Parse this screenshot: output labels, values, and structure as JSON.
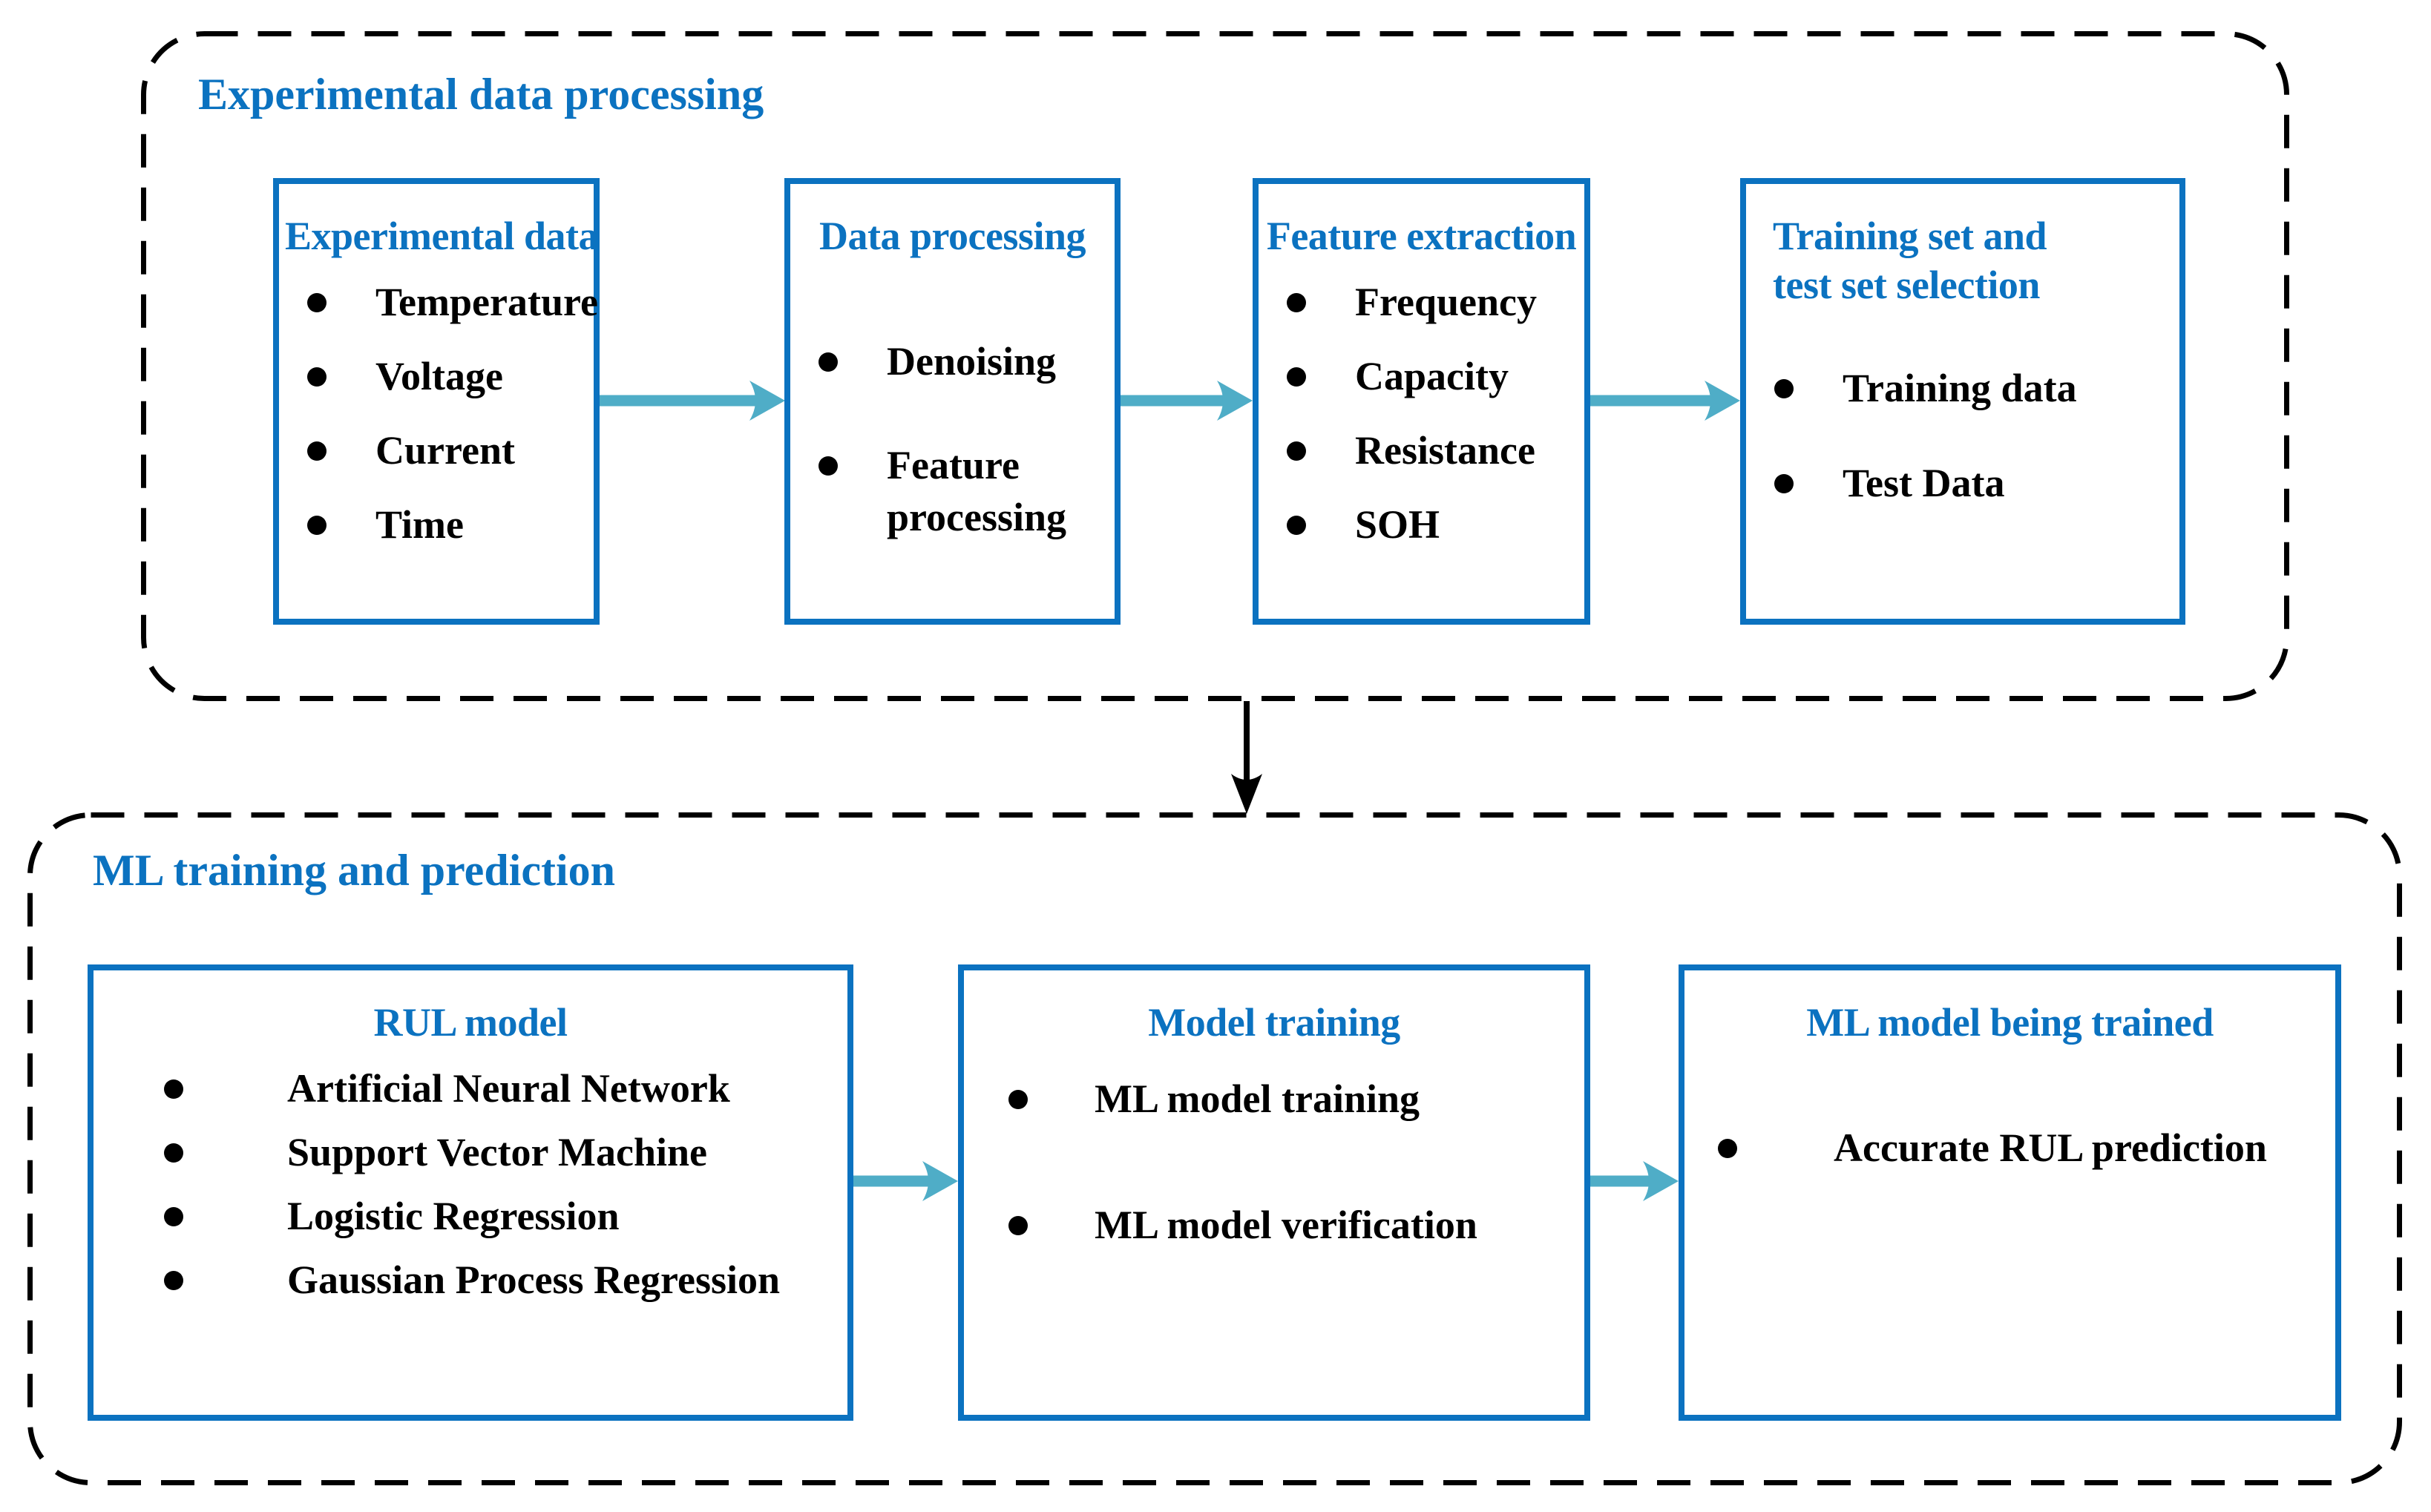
{
  "figure": {
    "top_section": {
      "label": "Experimental data processing",
      "boxes": [
        {
          "title": "Experimental data",
          "items": [
            "Temperature",
            "Voltage",
            "Current",
            "Time"
          ]
        },
        {
          "title": "Data processing",
          "items": [
            "Denoising",
            "Feature processing"
          ]
        },
        {
          "title": "Feature extraction",
          "items": [
            "Frequency",
            "Capacity",
            "Resistance",
            "SOH"
          ]
        },
        {
          "title_lines": [
            "Training set and",
            "test set selection"
          ],
          "items": [
            "Training data",
            "Test Data"
          ]
        }
      ]
    },
    "bottom_section": {
      "label": "ML training and prediction",
      "boxes": [
        {
          "title": "RUL model",
          "items": [
            "Artificial Neural Network",
            "Support Vector Machine",
            "Logistic Regression",
            "Gaussian Process Regression"
          ]
        },
        {
          "title": "Model training",
          "items": [
            "ML model training",
            "ML model verification"
          ]
        },
        {
          "title": "ML model being trained",
          "items": [
            "Accurate RUL prediction"
          ]
        }
      ]
    },
    "colors": {
      "box_blue": "#0b72c0",
      "arrow_teal": "#4fadc7",
      "dashed_border_black": "#000000",
      "background": "#ffffff"
    },
    "icons": {
      "bullet": "filled-black-circle",
      "horizontal_arrow": "teal-right-arrow",
      "vertical_arrow": "black-down-arrow"
    }
  }
}
